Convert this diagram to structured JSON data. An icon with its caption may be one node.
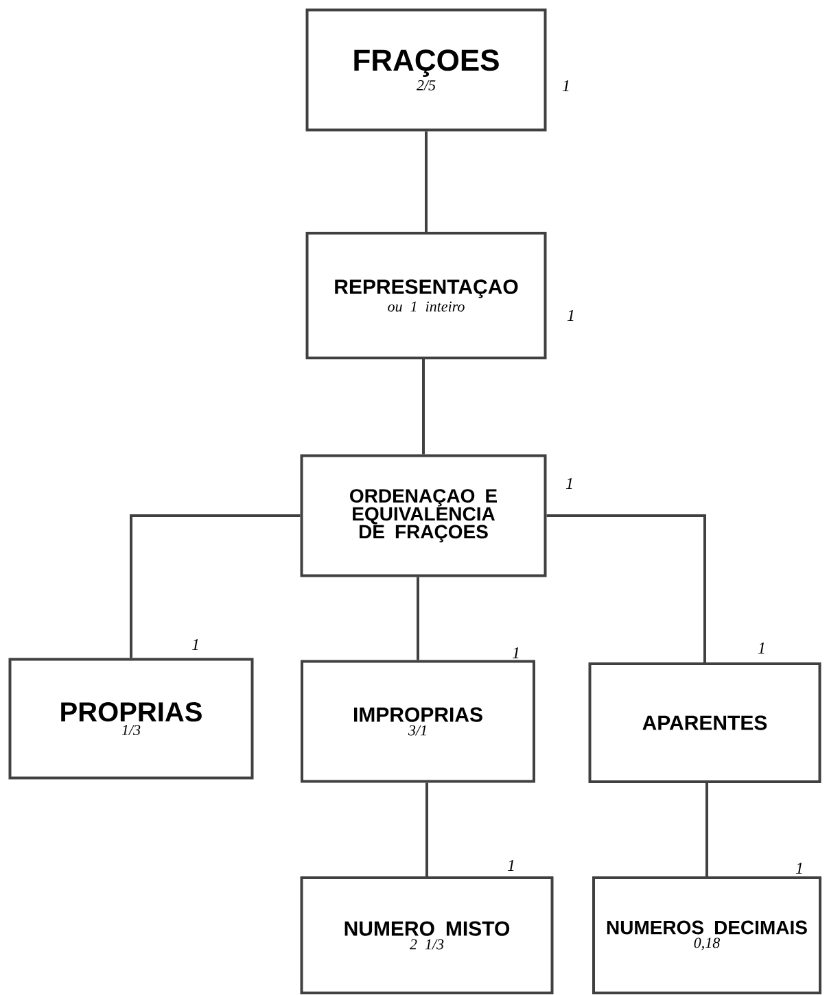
{
  "diagram": {
    "nodes": [
      {
        "text": [
          "FRAÇOES",
          "2/5"
        ],
        "beside": [
          "1"
        ]
      },
      {
        "text": [
          "REPRESENTAÇAO",
          "ou 1 inteiro"
        ],
        "beside": [
          "1"
        ]
      },
      {
        "text": [
          "ORDENAÇAO E EQUIVALENCIA DE FRAÇOES"
        ],
        "beside": [
          "1"
        ]
      },
      {
        "text": [
          "PROPRIAS",
          "1/3"
        ],
        "beside": [
          "1"
        ]
      },
      {
        "text": [
          "IMPROPRIAS",
          "3/1"
        ],
        "beside": [
          "1"
        ]
      },
      {
        "text": [
          "APARENTES"
        ],
        "beside": [
          "1"
        ]
      },
      {
        "text": [
          "NUMERO MISTO",
          "2 1/3"
        ],
        "beside": [
          "1"
        ]
      },
      {
        "text": [
          "NUMEROS DECIMAIS",
          "0,18"
        ],
        "beside": [
          "1"
        ]
      }
    ],
    "edges": [
      {
        "from": 0,
        "to": 1,
        "arrow": "none"
      },
      {
        "from": 1,
        "to": 2,
        "arrow": "none"
      },
      {
        "from": 2,
        "to": 3,
        "arrow": "none"
      },
      {
        "from": 2,
        "to": 4,
        "arrow": "none"
      },
      {
        "from": 2,
        "to": 5,
        "arrow": "none"
      },
      {
        "from": 4,
        "to": 6,
        "arrow": "none"
      },
      {
        "from": 5,
        "to": 7,
        "arrow": "none"
      }
    ]
  }
}
